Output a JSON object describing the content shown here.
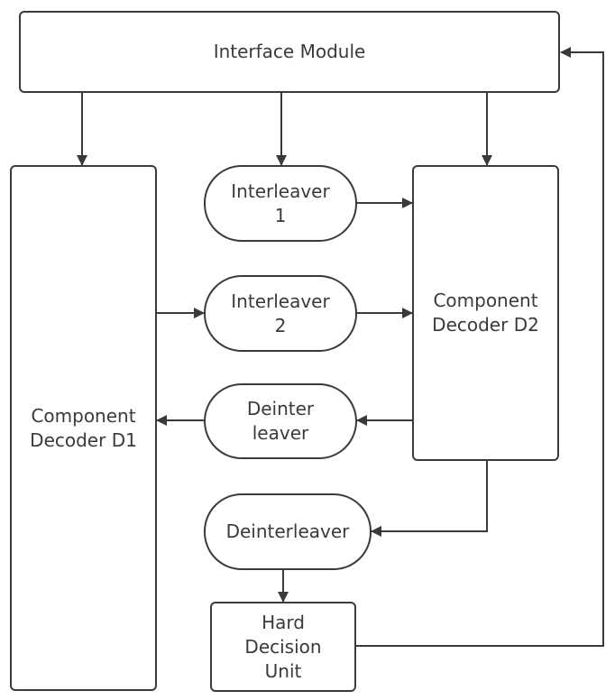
{
  "diagram": {
    "nodes": {
      "interface_module": "Interface Module",
      "component_decoder_d1": "Component\nDecoder D1",
      "interleaver_1": "Interleaver\n1",
      "interleaver_2": "Interleaver\n2",
      "deinter_leaver": "Deinter\nleaver",
      "component_decoder_d2": "Component\nDecoder D2",
      "deinterleaver": "Deinterleaver",
      "hard_decision_unit": "Hard\nDecision\nUnit"
    },
    "edges": [
      {
        "from": "interface_module",
        "to": "component_decoder_d1"
      },
      {
        "from": "interface_module",
        "to": "interleaver_1"
      },
      {
        "from": "interface_module",
        "to": "component_decoder_d2"
      },
      {
        "from": "interleaver_1",
        "to": "component_decoder_d2"
      },
      {
        "from": "component_decoder_d1",
        "to": "interleaver_2"
      },
      {
        "from": "interleaver_2",
        "to": "component_decoder_d2"
      },
      {
        "from": "component_decoder_d2",
        "to": "deinter_leaver"
      },
      {
        "from": "deinter_leaver",
        "to": "component_decoder_d1"
      },
      {
        "from": "component_decoder_d2",
        "to": "deinterleaver"
      },
      {
        "from": "deinterleaver",
        "to": "hard_decision_unit"
      },
      {
        "from": "hard_decision_unit",
        "to": "interface_module"
      }
    ],
    "colors": {
      "stroke": "#3a3a3a",
      "fill": "#ffffff",
      "text": "#3a3a3a"
    }
  }
}
